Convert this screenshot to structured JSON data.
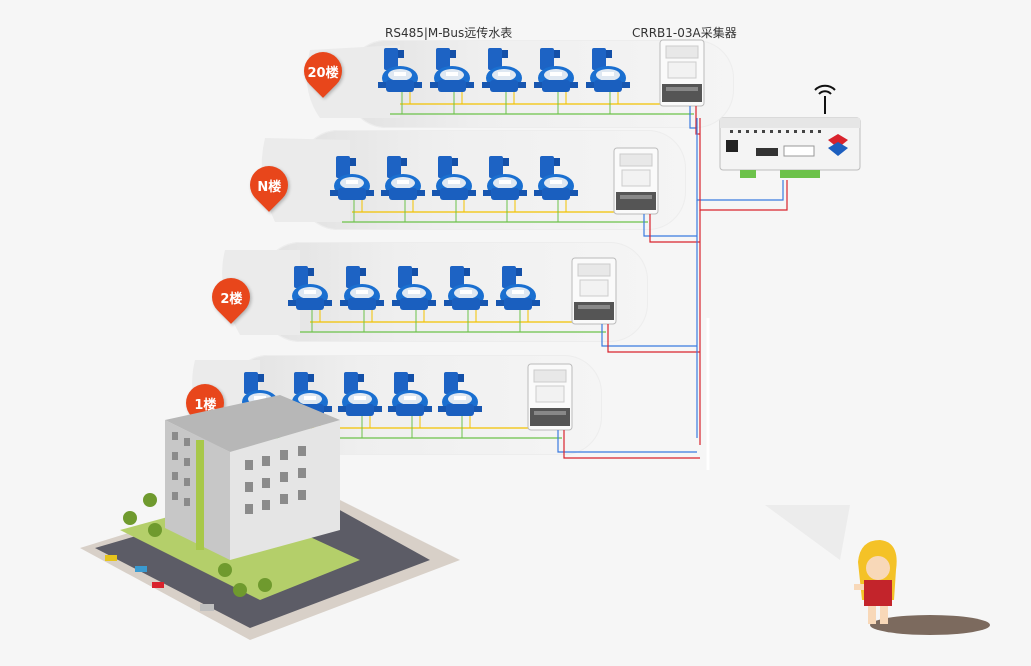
{
  "labels": {
    "meter_type": "RS485|M-Bus远传水表",
    "collector_type": "CRRB1-03A采集器"
  },
  "floors": [
    {
      "badge": "20楼",
      "meters": 5
    },
    {
      "badge": "N楼",
      "meters": 5
    },
    {
      "badge": "2楼",
      "meters": 5
    },
    {
      "badge": "1楼",
      "meters": 5
    }
  ],
  "colors": {
    "badge": "#e8461b",
    "meter_blue": "#1a6fd0",
    "wire_yellow": "#f2c200",
    "wire_green": "#6cc24a",
    "wire_blue": "#3a7be0",
    "wire_red": "#d9232d"
  },
  "icons": [
    "water-meter-icon",
    "collector-icon",
    "concentrator-icon",
    "antenna-icon",
    "building-icon",
    "person-icon"
  ]
}
